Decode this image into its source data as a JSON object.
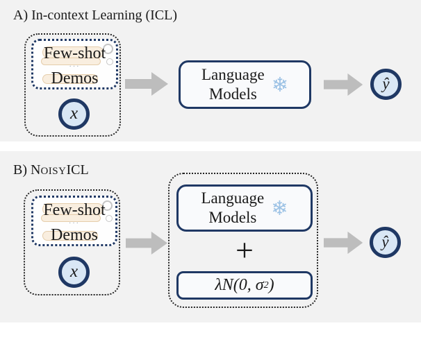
{
  "colors": {
    "background": "#ffffff",
    "panel": "#f2f2f2",
    "ink": "#1a1a1a",
    "navy": "#1f3864",
    "circle_fill": "#d9e7f5",
    "box_fill": "#f9fafc",
    "snowflake": "#9cc2e5",
    "arrow": "#bdbdbd",
    "pill_fill": "#f9eedf",
    "pill_border": "#e5cdab",
    "deco_gray": "#c6c6c6",
    "dots_gray": "#9aa3ad"
  },
  "section_a": {
    "title": "A) In-context Learning (ICL)",
    "demos_line1": "Few-shot",
    "demos_line2": "Demos",
    "demos_dots": "···",
    "input_symbol": "x",
    "model_line1": "Language",
    "model_line2": "Models",
    "snowflake": "❄",
    "output_symbol": "ŷ"
  },
  "section_b": {
    "title_prefix": "B) N",
    "title_caps": "OISY",
    "title_suffix": "ICL",
    "demos_line1": "Few-shot",
    "demos_line2": "Demos",
    "demos_dots": "···",
    "input_symbol": "x",
    "model_line1": "Language",
    "model_line2": "Models",
    "snowflake": "❄",
    "plus": "+",
    "formula_main": "λN(0, σ",
    "formula_sup": "2",
    "formula_close": ")",
    "output_symbol": "ŷ"
  }
}
